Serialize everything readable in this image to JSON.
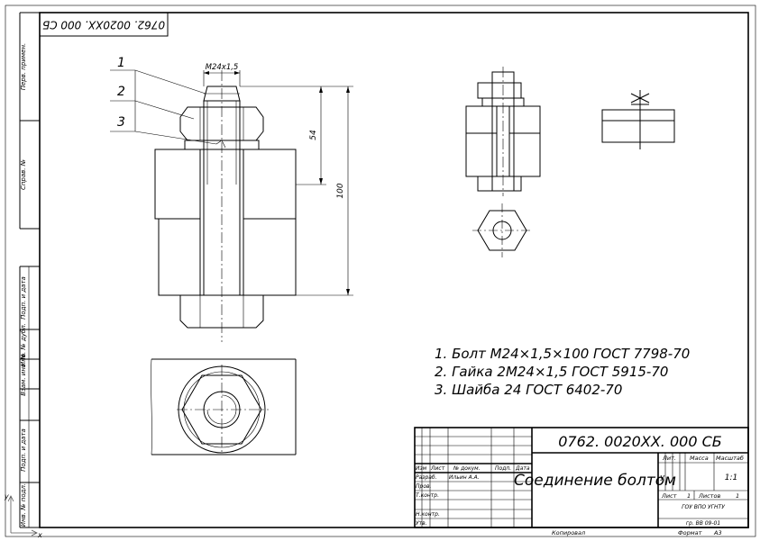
{
  "drawing_number_rotated": "0762. 0020XX. 000 СБ",
  "left_strip": [
    {
      "id": "perv-primen",
      "label": "Перв. примен."
    },
    {
      "id": "sprav-no",
      "label": "Справ. №"
    },
    {
      "id": "podp-data-1",
      "label": "Подп. и дата"
    },
    {
      "id": "inv-dubl",
      "label": "Инв. № дубл."
    },
    {
      "id": "vzam-inv",
      "label": "Взам. инв. №"
    },
    {
      "id": "podp-data-2",
      "label": "Подп. и дата"
    },
    {
      "id": "inv-podl",
      "label": "Инв. № подл."
    }
  ],
  "leaders": [
    "1",
    "2",
    "3"
  ],
  "dimensions": {
    "thread": "M24x1,5",
    "d54": "54",
    "d100": "100"
  },
  "parts_list": [
    "1. Болт M24×1,5×100 ГОСТ 7798-70",
    "2. Гайка 2M24×1,5 ГОСТ 5915-70",
    "3. Шайба 24 ГОСТ 6402-70"
  ],
  "title_block": {
    "designation": "0762. 0020XX. 000  СБ",
    "title": "Соединение болтом",
    "headers": {
      "izm": "Изм",
      "list": "Лист",
      "no_dokum": "№ докум.",
      "podp": "Подп.",
      "data": "Дата"
    },
    "roles": [
      {
        "role": "Разраб.",
        "name": "Ильин А.А."
      },
      {
        "role": "Пров.",
        "name": ""
      },
      {
        "role": "Т.контр.",
        "name": ""
      },
      {
        "role": "",
        "name": ""
      },
      {
        "role": "Н.контр.",
        "name": ""
      },
      {
        "role": "Утв.",
        "name": ""
      }
    ],
    "lit_label": "Лит.",
    "massa_label": "Масса",
    "masshtab_label": "Масштаб",
    "lit_value": "У",
    "scale_value": "1:1",
    "sheet_label": "Лист",
    "sheet_value": "1",
    "sheets_label": "Листов",
    "sheets_value": "1",
    "org_line1": "ГОУ ВПО УГНТУ",
    "org_line2": "гр. ВВ 09-01",
    "copied": "Копировал",
    "format_label": "Формат",
    "format_value": "А3"
  },
  "axis_marks": {
    "y": "y",
    "x": "x"
  }
}
